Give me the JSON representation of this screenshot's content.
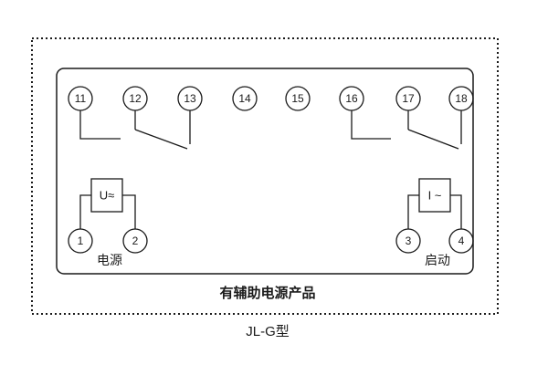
{
  "diagram": {
    "title": "JL-G型",
    "caption": "有辅助电源产品",
    "top_terminals": [
      "11",
      "12",
      "13",
      "14",
      "15",
      "16",
      "17",
      "18"
    ],
    "bottom_left": {
      "terminal_a": "1",
      "terminal_b": "2",
      "box_label": "U≈",
      "label": "电源"
    },
    "bottom_right": {
      "terminal_a": "3",
      "terminal_b": "4",
      "box_label": "I ~",
      "label": "启动"
    },
    "colors": {
      "line": "#1a1a1a",
      "background": "#ffffff"
    }
  }
}
